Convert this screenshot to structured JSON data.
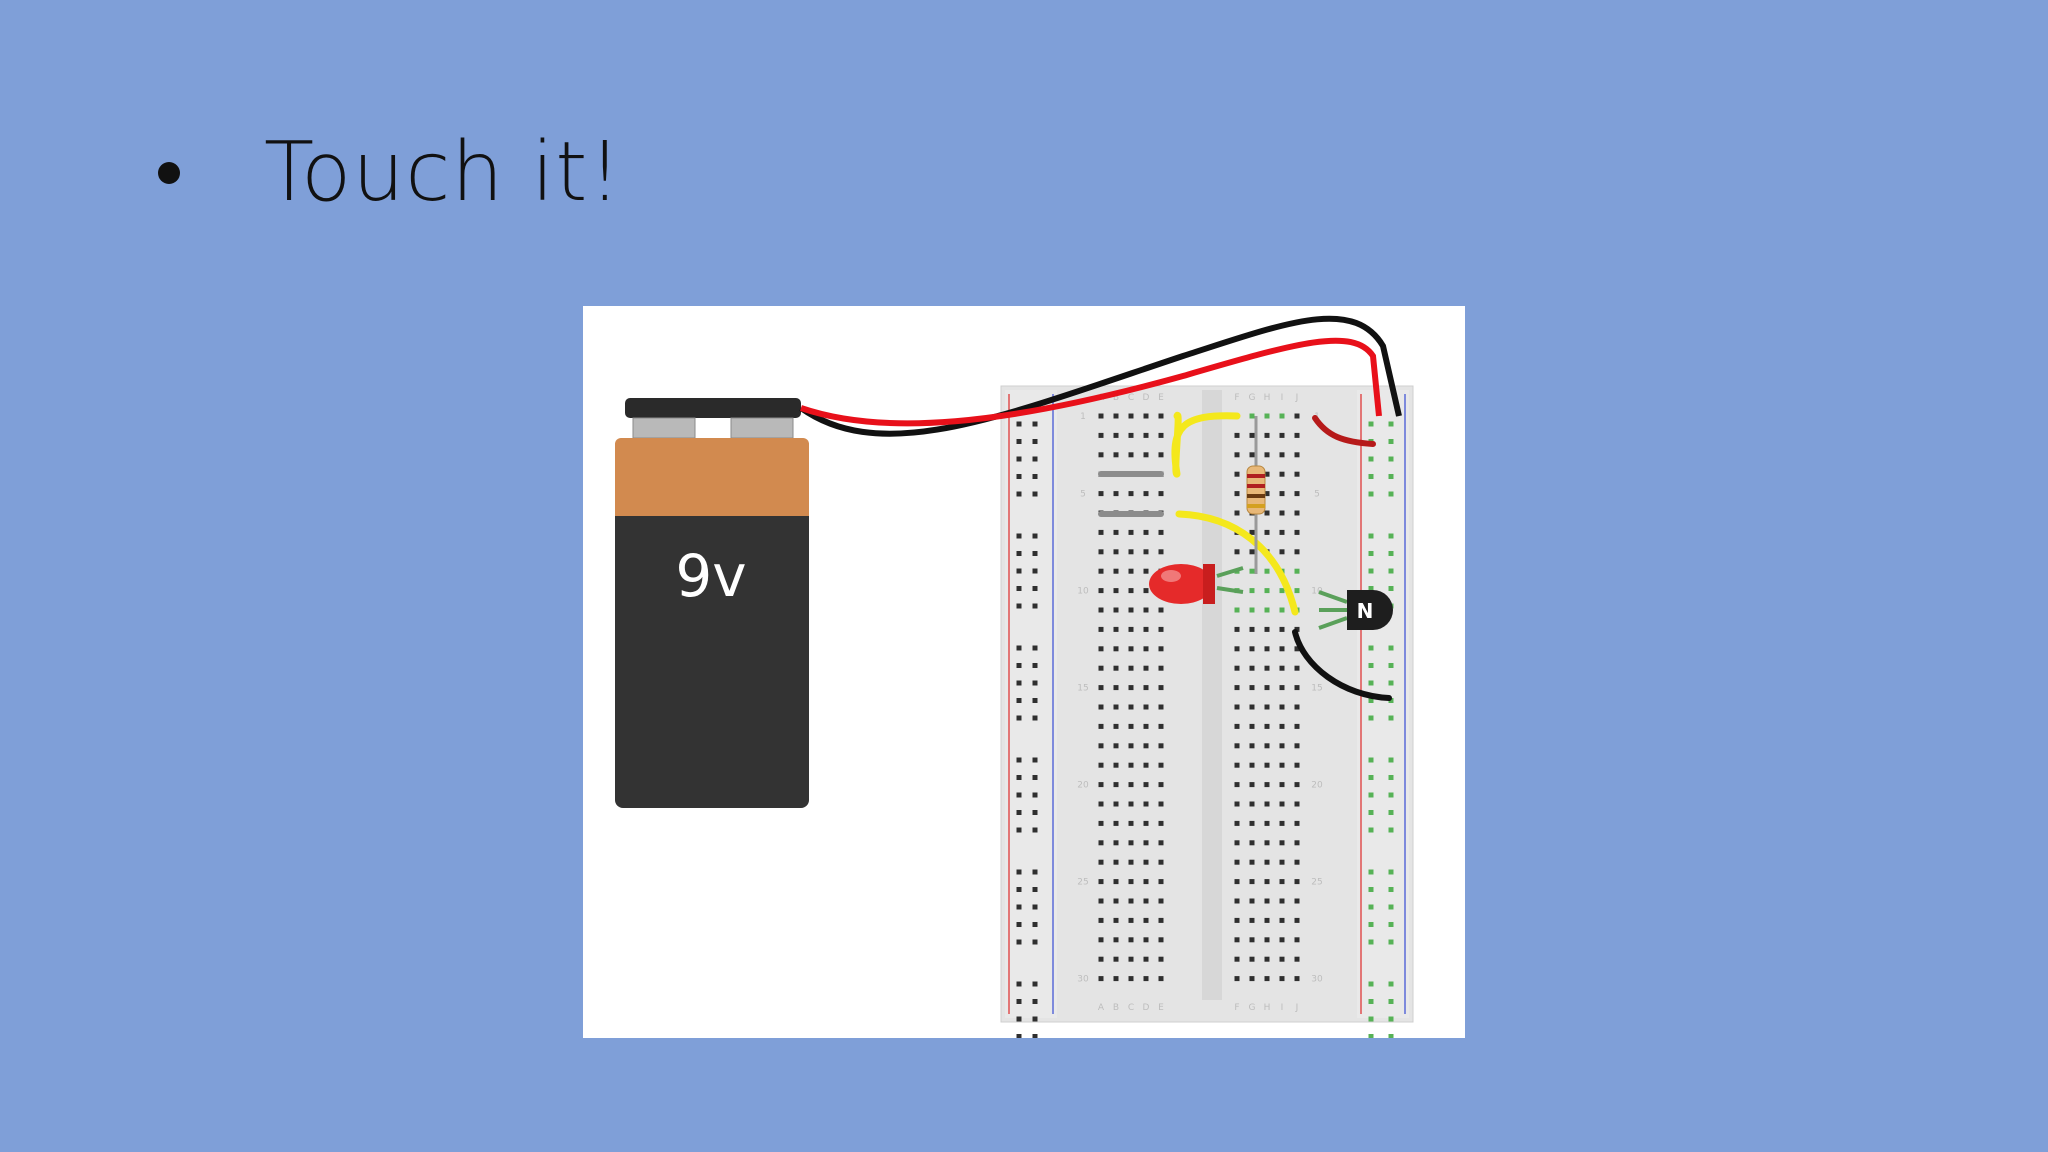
{
  "slide": {
    "bullet_text": "Touch it!",
    "background_color": "#7f9fd8"
  },
  "figure": {
    "battery": {
      "label": "9v",
      "top_color": "#d28a4f",
      "body_color": "#333333"
    },
    "breadboard": {
      "column_letters_left": [
        "A",
        "B",
        "C",
        "D",
        "E"
      ],
      "column_letters_right": [
        "F",
        "G",
        "H",
        "I",
        "J"
      ],
      "row_numbers": [
        "1",
        "5",
        "10",
        "15",
        "20",
        "25",
        "30"
      ]
    },
    "transistor": {
      "label": "N"
    },
    "colors": {
      "wire_red": "#e8101a",
      "wire_black": "#111111",
      "wire_yellow": "#f4e81c",
      "led_red": "#e52a2a",
      "rail_red": "#e05050",
      "rail_blue": "#5a6ad8"
    }
  }
}
